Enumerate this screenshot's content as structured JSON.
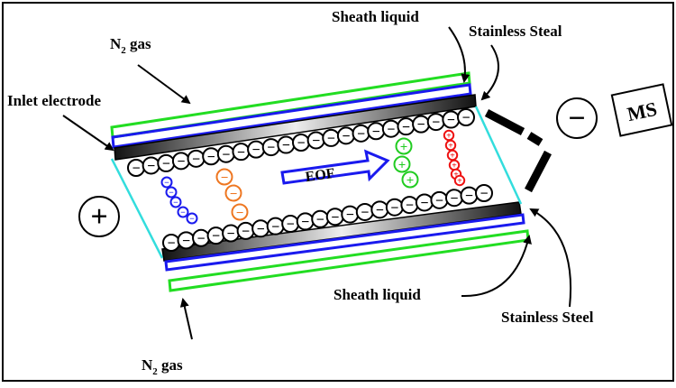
{
  "labels": {
    "n2_gas_top": {
      "main": "N",
      "sub": "2",
      "rest": " gas"
    },
    "n2_gas_bottom": {
      "main": "N",
      "sub": "2",
      "rest": " gas"
    },
    "inlet_electrode": "Inlet electrode",
    "sheath_liquid_top": "Sheath liquid",
    "stainless_steal_top": "Stainless Steal",
    "sheath_liquid_bottom": "Sheath liquid",
    "stainless_steel_bottom": "Stainless Steel",
    "eof": "EOF",
    "ms": "MS",
    "anode_symbol": "+",
    "cathode_symbol": "−"
  },
  "charges": {
    "wall_symbol": "−",
    "analyte_blue_symbol": "−",
    "analyte_orange_symbol": "−",
    "analyte_green_symbol": "+",
    "analyte_red_symbol": "+"
  },
  "colors": {
    "n2_layer": "#22dd22",
    "sheath_layer": "#1a1aee",
    "capillary_wall": "#33dddd",
    "eof_arrow": "#1a1aee",
    "anion_blue": "#1a1aee",
    "anion_orange": "#ee7722",
    "cation_green": "#22cc22",
    "cation_red": "#ee1111"
  }
}
